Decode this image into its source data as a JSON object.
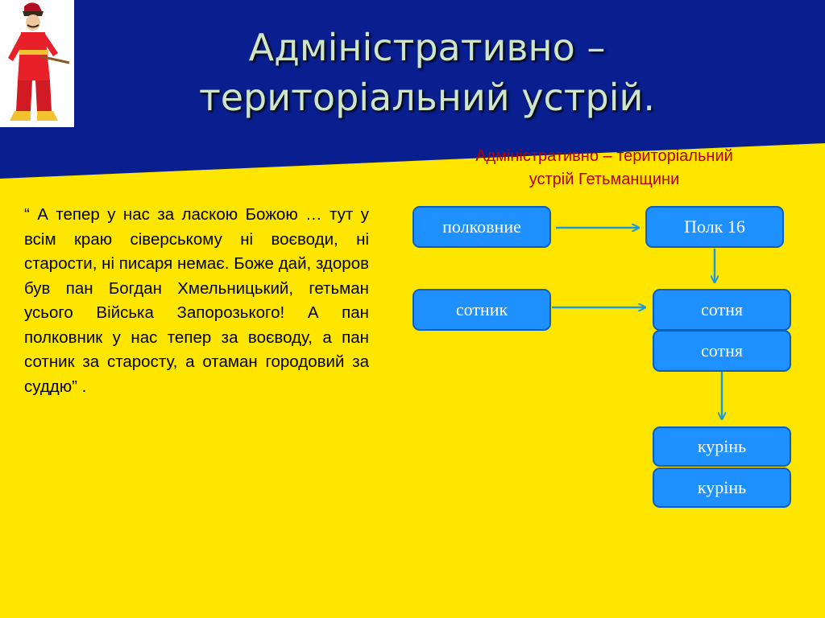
{
  "slide": {
    "title_line1": "Адміністративно –",
    "title_line2": "територіальний устрій.",
    "subtitle_line1": "Адміністративно – територіальний",
    "subtitle_line2": "устрій Гетьманщини",
    "quote": "“ А тепер у нас за ласкою Божою … тут у всім краю сіверському ні воєводи, ні старости, ні писаря немає. Боже дай, здоров був пан Богдан Хмельницький, гетьман усього Війська Запорозького! А пан полковник у нас тепер за воєводу, а пан сотник за старосту, а отаман городовий за суддю” ."
  },
  "diagram": {
    "polkovnyk_label": "полковние",
    "polk_label": "Полк 16",
    "sotnyk_label": "сотник",
    "sotnia_label_1": "сотня",
    "sotnia_label_2": "сотня",
    "kurin_label_1": "курінь",
    "kurin_label_2": "курінь"
  },
  "colors": {
    "background_yellow": "#ffe600",
    "header_blue": "#0a1f8f",
    "box_fill": "#1e90ff",
    "arrow": "#1e9bd7",
    "subtitle_red": "#b00000"
  }
}
